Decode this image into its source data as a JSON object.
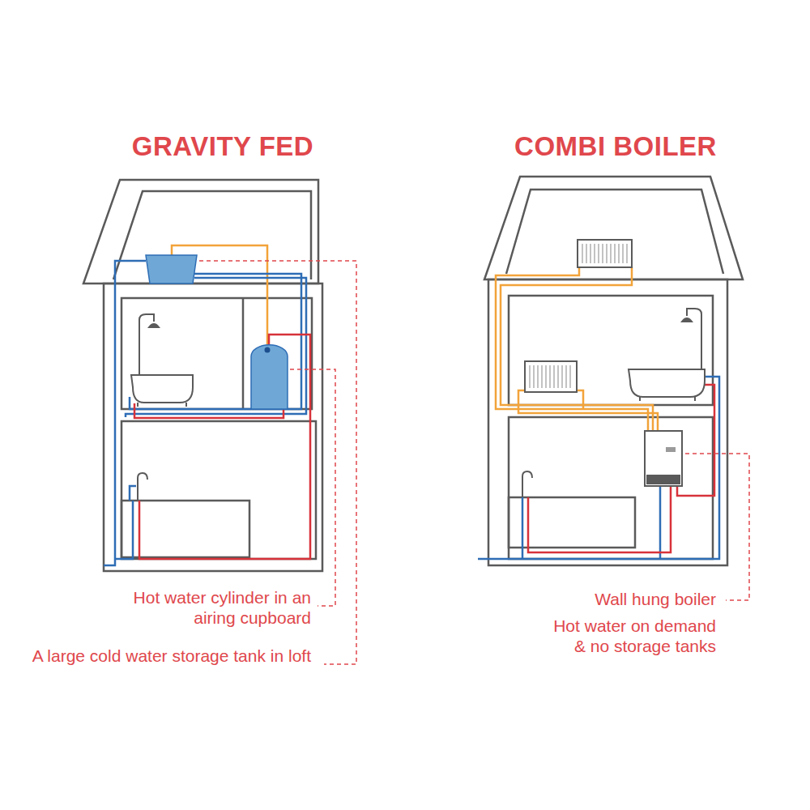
{
  "diagram": {
    "labels": [
      "GRAVITY FED",
      "COMBI BOILER",
      "Hot water cylinder in an airing cupboard",
      "A large cold water storage tank in loft",
      "Wall hung boiler",
      "Hot water on demand & no storage tanks"
    ]
  }
}
